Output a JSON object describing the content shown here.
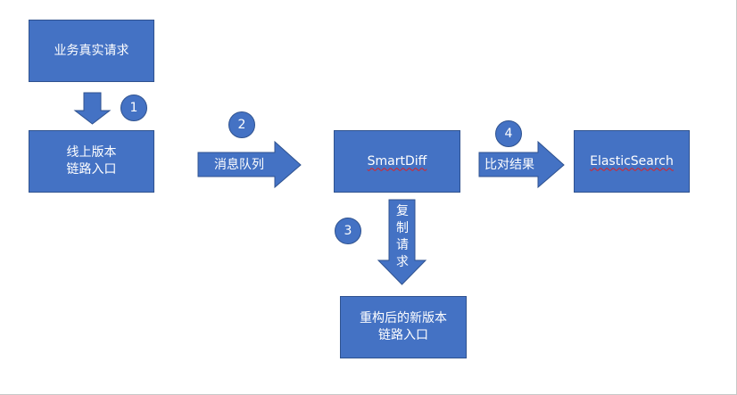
{
  "nodes": {
    "real_request": "业务真实请求",
    "online_entry": [
      "线上版本",
      "链路入口"
    ],
    "smartdiff": "SmartDiff",
    "elasticsearch": "ElasticSearch",
    "refactored_entry": [
      "重构后的新版本",
      "链路入口"
    ]
  },
  "edges": {
    "message_queue": "消息队列",
    "compare_result": "比对结果",
    "copy_request": "复制请求"
  },
  "steps": [
    "1",
    "2",
    "3",
    "4"
  ],
  "colors": {
    "fill": "#4472c4",
    "stroke": "#2f528f",
    "text": "#ffffff",
    "spellcheck": "#e02020"
  }
}
